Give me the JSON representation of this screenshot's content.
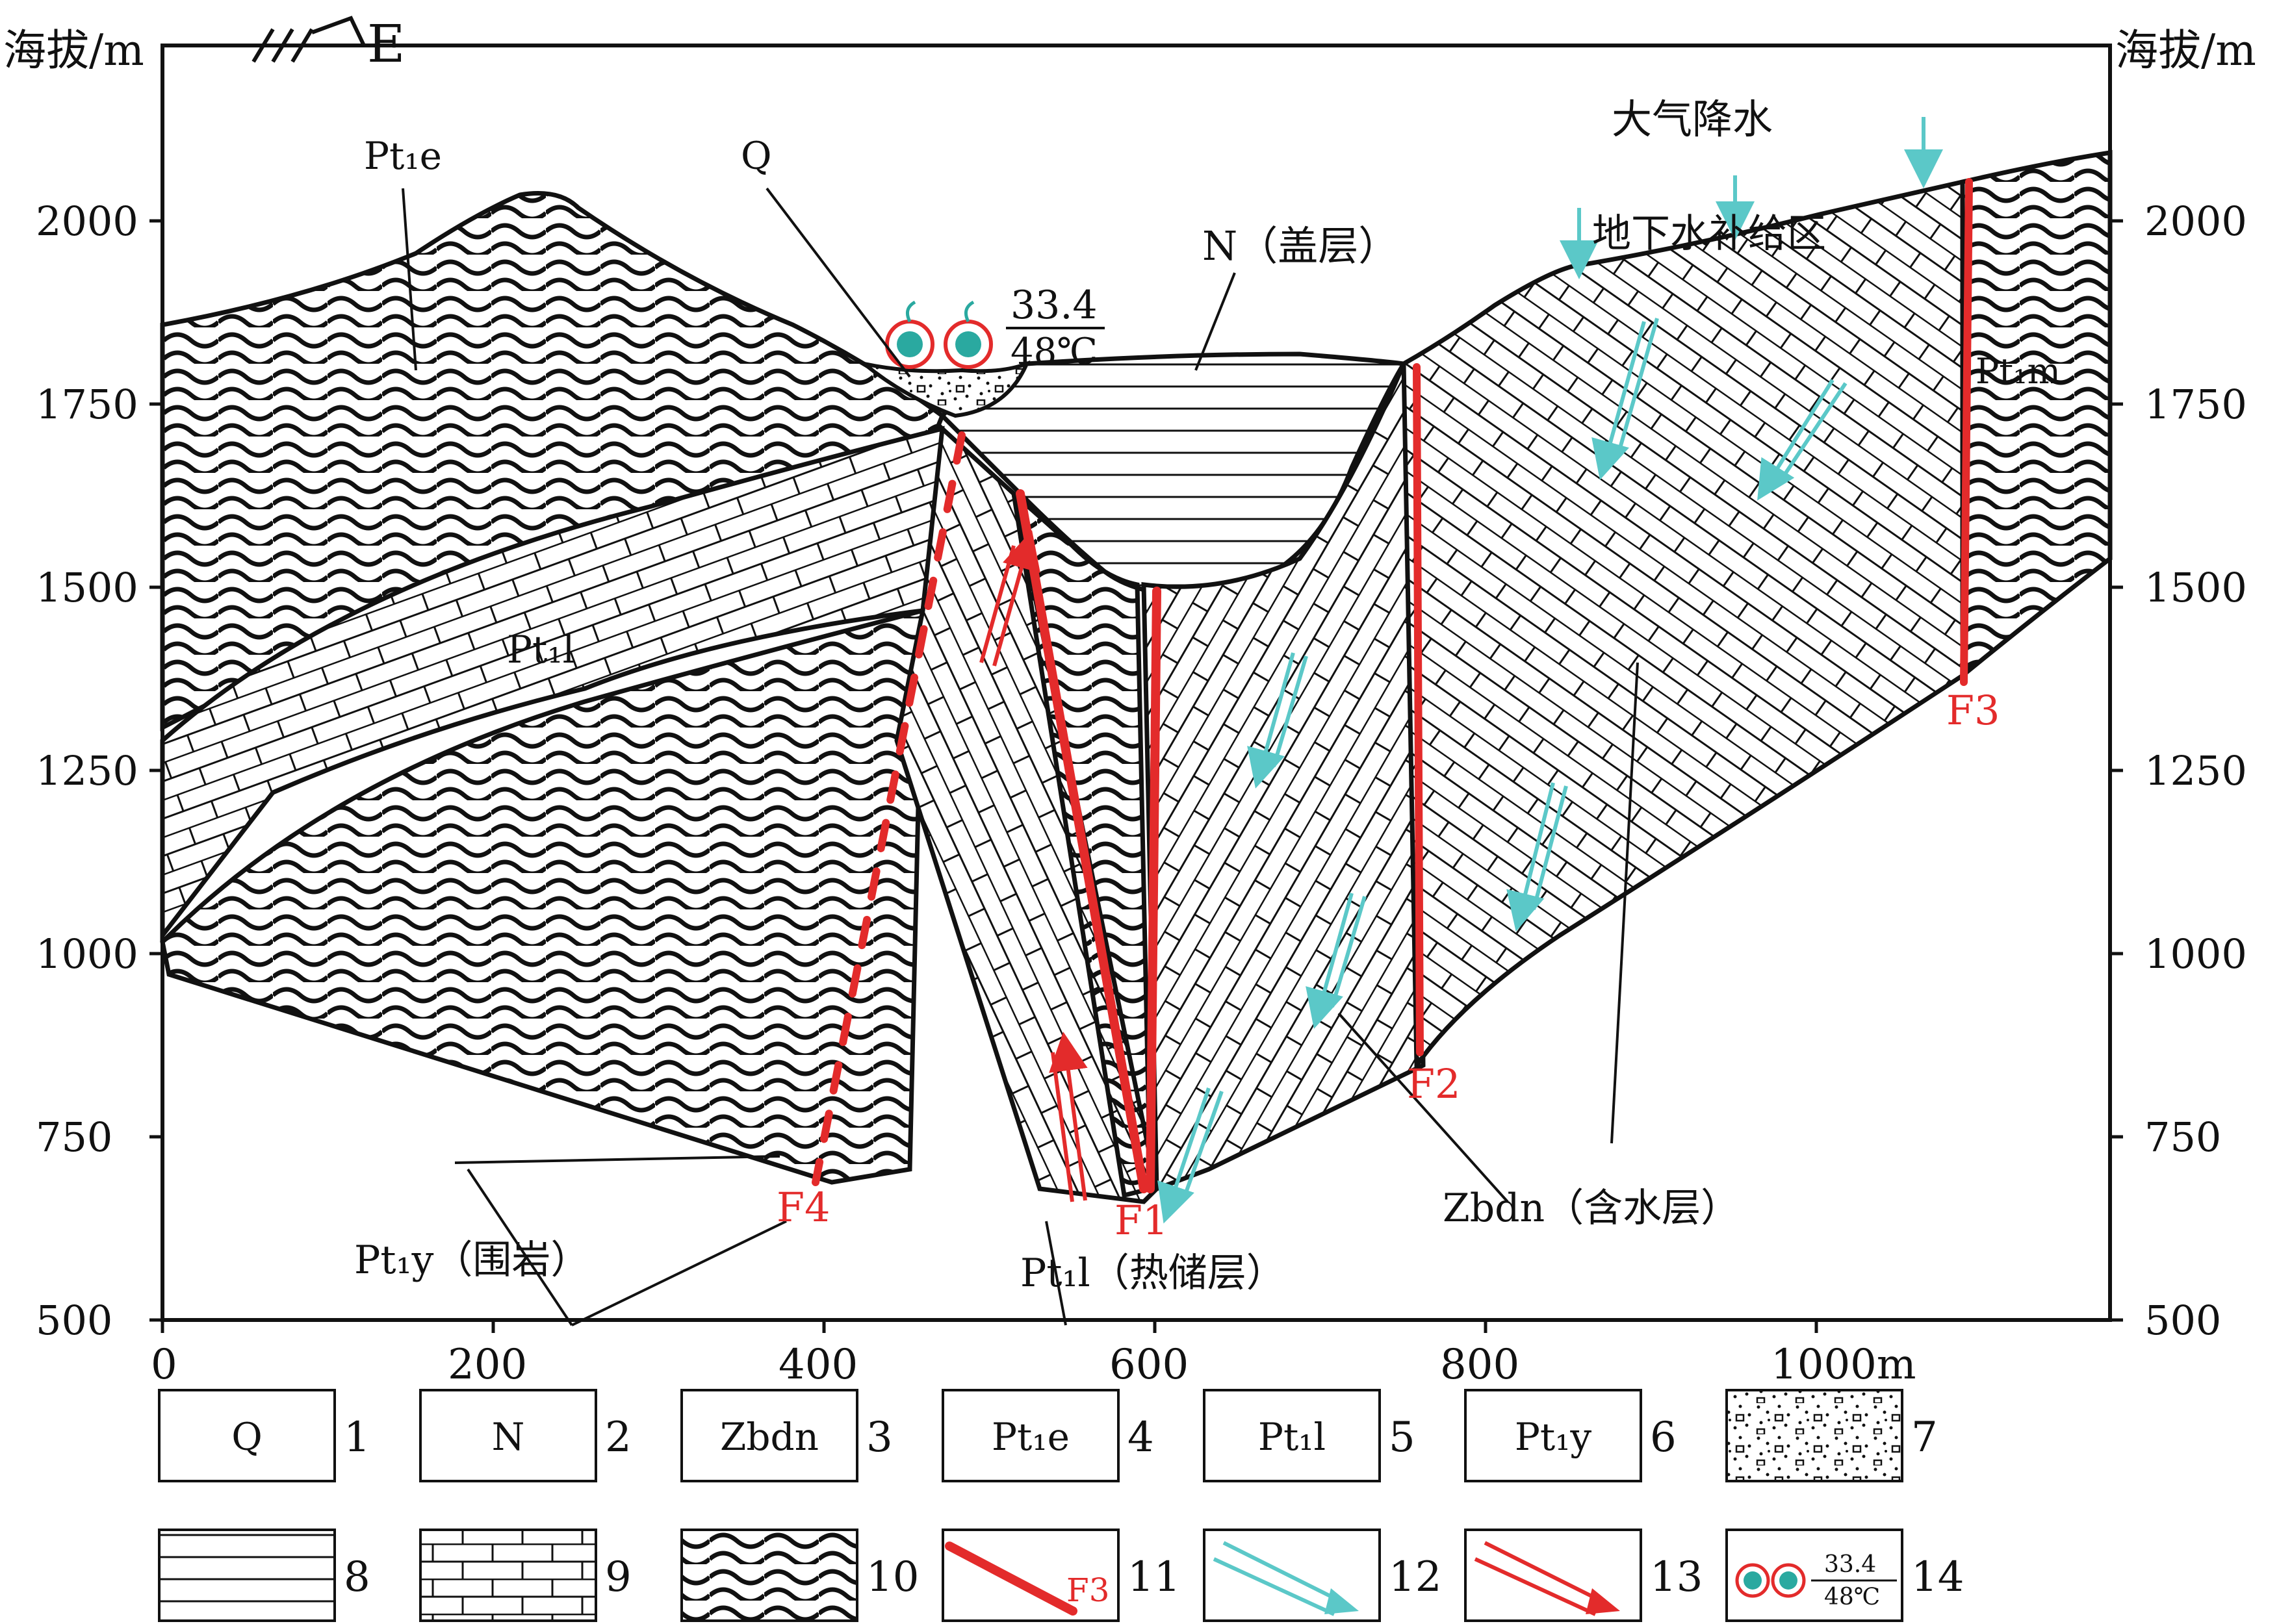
{
  "axes": {
    "y_label_left": "海拔/m",
    "y_label_right": "海拔/m",
    "direction": "E",
    "y_ticks": [
      "2000",
      "1750",
      "1500",
      "1250",
      "1000",
      "750",
      "500"
    ],
    "x_ticks": [
      "0",
      "200",
      "400",
      "600",
      "800",
      "1000m"
    ]
  },
  "labels": {
    "pt1e": "Pt₁e",
    "q": "Q",
    "n_cap": "N（盖层）",
    "rain": "大气降水",
    "recharge": "地下水补给区",
    "pt1m": "Pt₁m",
    "pt1l": "Pt₁l",
    "pt1y": "Pt₁y（围岩）",
    "reservoir": "Pt₁l（热储层）",
    "aquifer": "Zbdn（含水层）",
    "spring_top": "33.4",
    "spring_bottom": "48℃"
  },
  "faults": [
    "F1",
    "F2",
    "F3",
    "F4"
  ],
  "legend": [
    {
      "code": "Q",
      "num": "1"
    },
    {
      "code": "N",
      "num": "2"
    },
    {
      "code": "Zbdn",
      "num": "3"
    },
    {
      "code": "Pt₁e",
      "num": "4"
    },
    {
      "code": "Pt₁l",
      "num": "5"
    },
    {
      "code": "Pt₁y",
      "num": "6"
    },
    {
      "code": "",
      "num": "7"
    },
    {
      "code": "",
      "num": "8"
    },
    {
      "code": "",
      "num": "9"
    },
    {
      "code": "",
      "num": "10"
    },
    {
      "code": "F3",
      "num": "11"
    },
    {
      "code": "",
      "num": "12"
    },
    {
      "code": "",
      "num": "13"
    },
    {
      "code": "",
      "num": "14",
      "spring_top": "33.4",
      "spring_bottom": "48℃"
    }
  ],
  "colors": {
    "fault": "#e32b2b",
    "flow": "#5bc8c8",
    "spring": "#2aa9a0",
    "line": "#111111"
  }
}
